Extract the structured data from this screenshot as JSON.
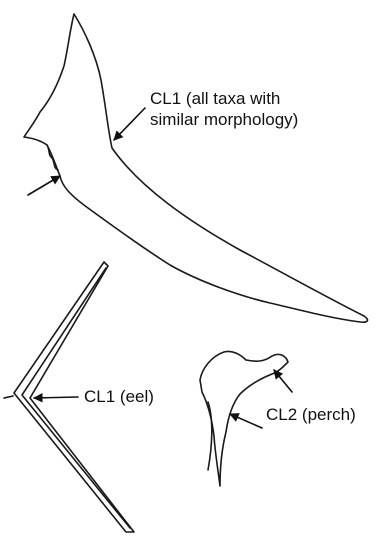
{
  "labels": {
    "cl1_all_line1": "CL1 (all taxa with",
    "cl1_all_line2": "similar morphology)",
    "cl1_eel": "CL1 (eel)",
    "cl2_perch": "CL2 (perch)"
  },
  "colors": {
    "ink": "#111111",
    "background": "#ffffff"
  }
}
